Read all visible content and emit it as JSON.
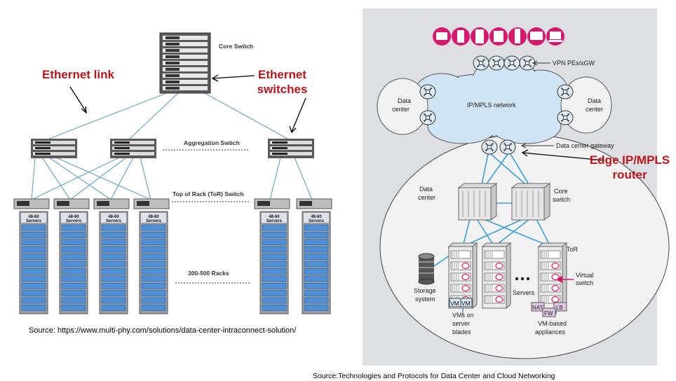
{
  "left_diagram": {
    "core_switch": "Core Switch",
    "aggregation_switch": "Aggregation Swtich",
    "tor_switch": "Top of Rack (ToR) Switch",
    "racks": "300-500 Racks",
    "server_label_line1": "48-60",
    "server_label_line2": "Servers",
    "annotation_ethernet_link": "Ethernet link",
    "annotation_ethernet_switches_1": "Ethernet",
    "annotation_ethernet_switches_2": "switches",
    "source": "Source: https://www.multi-phy.com/solutions/data-center-intraconnect-solution/"
  },
  "right_diagram": {
    "vpn_pes": "VPN PEs/xGW",
    "ip_mpls_network": "IP/MPLS network",
    "data_center_left_1": "Data",
    "data_center_left_2": "center",
    "data_center_right_1": "Data",
    "data_center_right_2": "center",
    "data_center_gateway": "Data center gateway",
    "data_center_inner_1": "Data",
    "data_center_inner_2": "center",
    "core_switch_1": "Core",
    "core_switch_2": "switch",
    "tor": "ToR",
    "virtual_switch_1": "Virtual",
    "virtual_switch_2": "switch",
    "storage_system_1": "Storage",
    "storage_system_2": "system",
    "servers": "Servers",
    "vms_on_blades_1": "VMs on",
    "vms_on_blades_2": "server",
    "vms_on_blades_3": "blades",
    "vm_label": "VM",
    "vm_appliances_1": "VM-based",
    "vm_appliances_2": "appliances",
    "nat": "NAT",
    "fw": "FW",
    "lb": "LB",
    "annotation_edge_1": "Edge IP/MPLS",
    "annotation_edge_2": "router",
    "source": "Source:Technologies and Protocols for Data Center and Cloud Networking"
  },
  "colors": {
    "annotation_red": "#c0141c",
    "link_blue": "#3aa0d8",
    "server_blue": "#4f8fd6",
    "device_pink": "#d6186e",
    "panel_gray": "#dedfe3"
  }
}
